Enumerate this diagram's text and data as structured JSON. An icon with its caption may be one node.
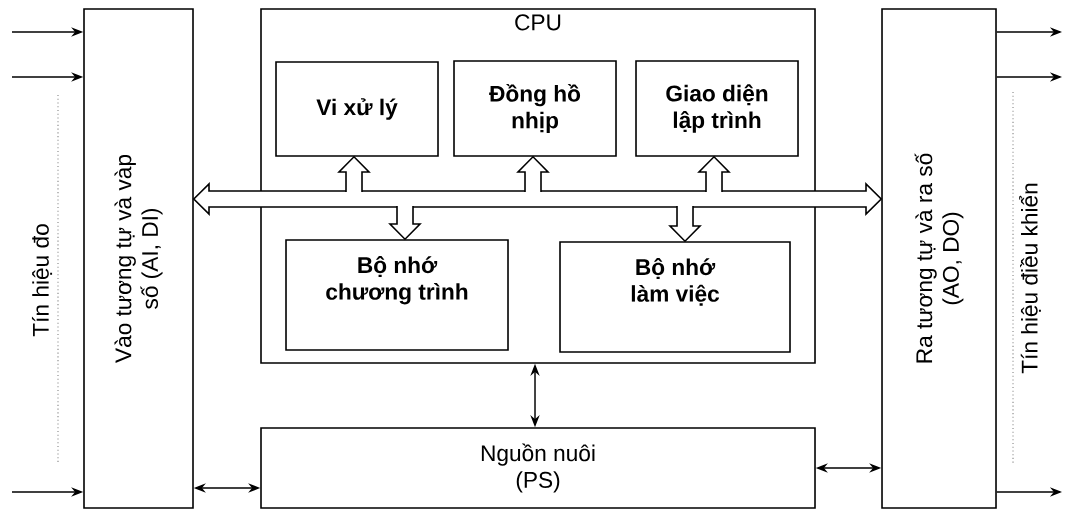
{
  "diagram": {
    "nodes": [
      {
        "text": [
          "Vào tương tự và vàp số (AI, DI)"
        ]
      },
      {
        "text": [
          "CPU"
        ]
      },
      {
        "text": [
          "Vi xử lý"
        ],
        "in": 1
      },
      {
        "text": [
          "Đồng hồ nhịp"
        ],
        "in": 1
      },
      {
        "text": [
          "Giao diện lập trình"
        ],
        "in": 1
      },
      {
        "text": [
          "Bộ nhớ chương trình"
        ],
        "in": 1
      },
      {
        "text": [
          "Bộ nhớ làm việc"
        ],
        "in": 1
      },
      {
        "text": [
          "Ra tương tự và ra số (AO, DO)"
        ]
      },
      {
        "text": [
          "Nguồn nuôi (PS)"
        ]
      }
    ],
    "edges": [
      {
        "from": null,
        "to": 0,
        "arrow": "to"
      },
      {
        "from": null,
        "to": 0,
        "arrow": "to"
      },
      {
        "from": null,
        "to": 0,
        "arrow": "to"
      },
      {
        "from": 7,
        "to": null,
        "arrow": "to"
      },
      {
        "from": 7,
        "to": null,
        "arrow": "to"
      },
      {
        "from": 7,
        "to": null,
        "arrow": "to"
      },
      {
        "from": 0,
        "to": 7,
        "arrow": "both",
        "style": "thick"
      },
      {
        "from": null,
        "to": 2,
        "arrow": "to",
        "style": "thick"
      },
      {
        "from": null,
        "to": 3,
        "arrow": "to",
        "style": "thick"
      },
      {
        "from": null,
        "to": 4,
        "arrow": "to",
        "style": "thick"
      },
      {
        "from": null,
        "to": 5,
        "arrow": "to",
        "style": "thick"
      },
      {
        "from": null,
        "to": 6,
        "arrow": "to",
        "style": "thick"
      },
      {
        "from": 1,
        "to": 8,
        "arrow": "both"
      },
      {
        "from": 0,
        "to": 8,
        "arrow": "both"
      },
      {
        "from": 8,
        "to": 7,
        "arrow": "both"
      }
    ],
    "labels": [
      "Tín hiệu đo",
      "Tín hiệu điều khiển"
    ]
  }
}
